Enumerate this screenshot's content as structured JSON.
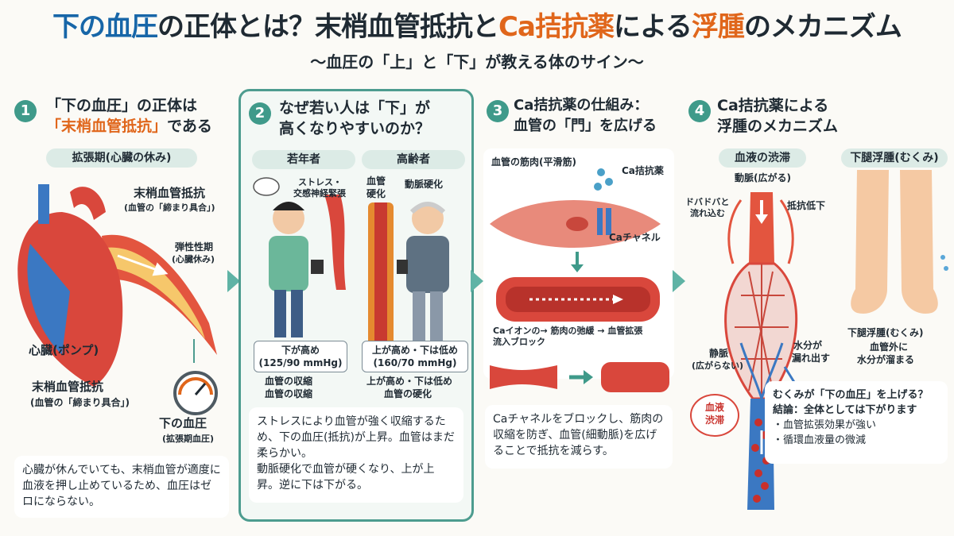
{
  "header": {
    "title_1": "下の血圧",
    "title_2": "の正体とは？末梢血管抵抗と",
    "title_3": "Ca拮抗薬",
    "title_4": "による",
    "title_5": "浮腫",
    "title_6": "のメカニズム",
    "subtitle": "〜血圧の「上」と「下」が教える体のサイン〜"
  },
  "colors": {
    "accent_teal": "#3f9a8a",
    "title_blue": "#1766a8",
    "highlight_orange": "#e0661b",
    "artery_red": "#d9473c",
    "vein_blue": "#3b78c2"
  },
  "panel1": {
    "number": "1",
    "title_line1": "「下の血圧」の正体は",
    "title_line2a": "「末梢血管抵抗」",
    "title_line2b": "である",
    "pill": "拡張期(心臓の休み)",
    "label_resist_top": "末梢血管抵抗",
    "label_resist_top_sub": "(血管の「締まり具合」)",
    "label_elastic": "弾性性期",
    "label_elastic_sub": "(心臓休み)",
    "label_heart": "心臓(ポンプ)",
    "label_resist_bottom": "末梢血管抵抗",
    "label_resist_bottom_sub": "(血管の「締まり具合」)",
    "gauge_label": "下の血圧",
    "gauge_sub": "(拡張期血圧)",
    "gauge_icon": "pressure-gauge-icon",
    "note": "心臓が休んでいても、末梢血管が適度に血液を押し止めているため、血圧はゼロにならない。"
  },
  "panel2": {
    "number": "2",
    "title_line1": "なぜ若い人は「下」が",
    "title_line2": "高くなりやすいのか？",
    "pill_young": "若年者",
    "pill_old": "高齢者",
    "label_stress": "ストレス・",
    "label_stress2": "交感神経緊張",
    "label_vessel": "血管",
    "label_vessel2": "硬化",
    "label_sclerosis": "動脈硬化",
    "young_reading_1": "下が高め",
    "young_reading_2": "(125/90 mmHg)",
    "old_reading_1": "上が高め・下は低め",
    "old_reading_2": "(160/70 mmHg)",
    "young_caption_1": "血管の収縮",
    "young_caption_2": "血管の収縮",
    "old_caption_1": "上が高め・下は低め",
    "old_caption_2": "血管の硬化",
    "note_line1": "ストレスにより血管が強く収縮するため、下の血圧(抵抗)が上昇。血管はまだ柔らかい。",
    "note_line2": "動脈硬化で血管が硬くなり、上が上昇。逆に下は下がる。"
  },
  "panel3": {
    "number": "3",
    "title_line1": "Ca拮抗薬の仕組み：",
    "title_line2": "血管の「門」を広げる",
    "label_muscle": "血管の筋肉(平滑筋)",
    "label_drug": "Ca拮抗薬",
    "label_channel": "Caチャネル",
    "caption_line1": "Caイオンの→ 筋肉の弛緩 → 血管拡張",
    "caption_line2": "流入ブロック",
    "note": "Caチャネルをブロックし、筋肉の収縮を防ぎ、血管(細動脈)を広げることで抵抗を減らす。"
  },
  "panel4": {
    "number": "4",
    "title_line1": "Ca拮抗薬による",
    "title_line2": "浮腫のメカニズム",
    "pill_stasis": "血液の渋滞",
    "pill_edema": "下腿浮腫(むくみ)",
    "label_artery": "動脈(広がる)",
    "label_flow_1": "ドバドバと",
    "label_flow_2": "流れ込む",
    "label_resist_down": "抵抗低下",
    "label_vein_1": "静脈",
    "label_vein_2": "(広がらない)",
    "label_leak_1": "水分が",
    "label_leak_2": "漏れ出す",
    "bubble_1": "血液",
    "bubble_2": "渋滞",
    "edema_1": "下腿浮腫(むくみ)",
    "edema_2": "血管外に",
    "edema_3": "水分が溜まる",
    "q_title": "むくみが「下の血圧」を上げる？",
    "q_conclusion": "結論：全体としては下がります",
    "q_bullet1": "・血管拡張効果が強い",
    "q_bullet2": "・循環血液量の微減"
  }
}
